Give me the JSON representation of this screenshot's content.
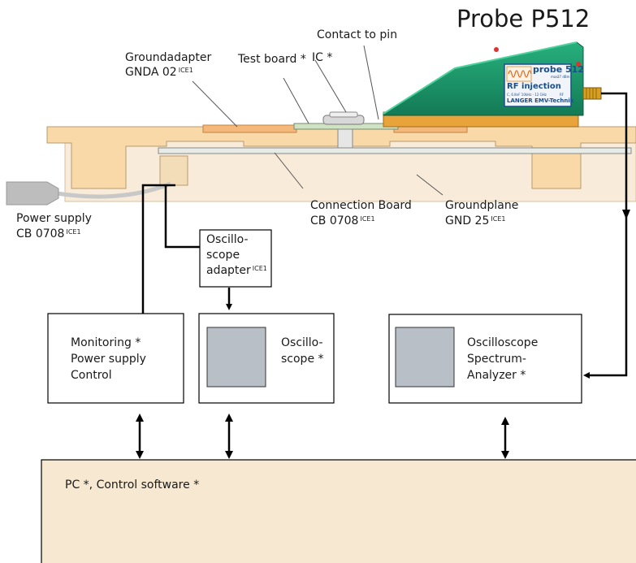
{
  "title": "Probe P512",
  "labels": {
    "contact": "Contact to pin",
    "ic": "IC *",
    "test_board": "Test board *",
    "ground_adapter_1": "Groundadapter",
    "ground_adapter_2": "GNDA 02",
    "connection_board_1": "Connection Board",
    "connection_board_2": "CB 0708",
    "groundplane_1": "Groundplane",
    "groundplane_2": "GND 25",
    "power_supply_1": "Power supply",
    "power_supply_2": "CB 0708",
    "osc_adapter_1": "Oscillo-",
    "osc_adapter_2": "scope",
    "osc_adapter_3": "adapter",
    "ice": "ICE1"
  },
  "probe": {
    "brand_name": "probe 512",
    "function": "RF injection",
    "spec_small": "C, 6.8nF 10kHz - 12 GHz",
    "max_label": "max.",
    "power_label": "37 dBm",
    "manufacturer": "LANGER EMV-Technik",
    "rf_label": "RF"
  },
  "boxes": {
    "monitoring": [
      "Monitoring *",
      "Power supply",
      "Control"
    ],
    "oscilloscope": [
      "Oscillo-",
      "scope *"
    ],
    "spectrum": [
      "Oscilloscope",
      "Spectrum-",
      "Analyzer *"
    ],
    "pc": "PC *, Control software *"
  },
  "colors": {
    "board_tan": "#f9d9a8",
    "ground_light": "#f8ebd9",
    "adapter_orange": "#f4b97a",
    "probe_green": "#1f9a6c",
    "probe_dark": "#14704f",
    "probe_base": "#e8a43a",
    "screen_gray": "#b9bfc6",
    "pc_fill": "#f6e8d1",
    "cable_gray": "#c8c8c8"
  }
}
